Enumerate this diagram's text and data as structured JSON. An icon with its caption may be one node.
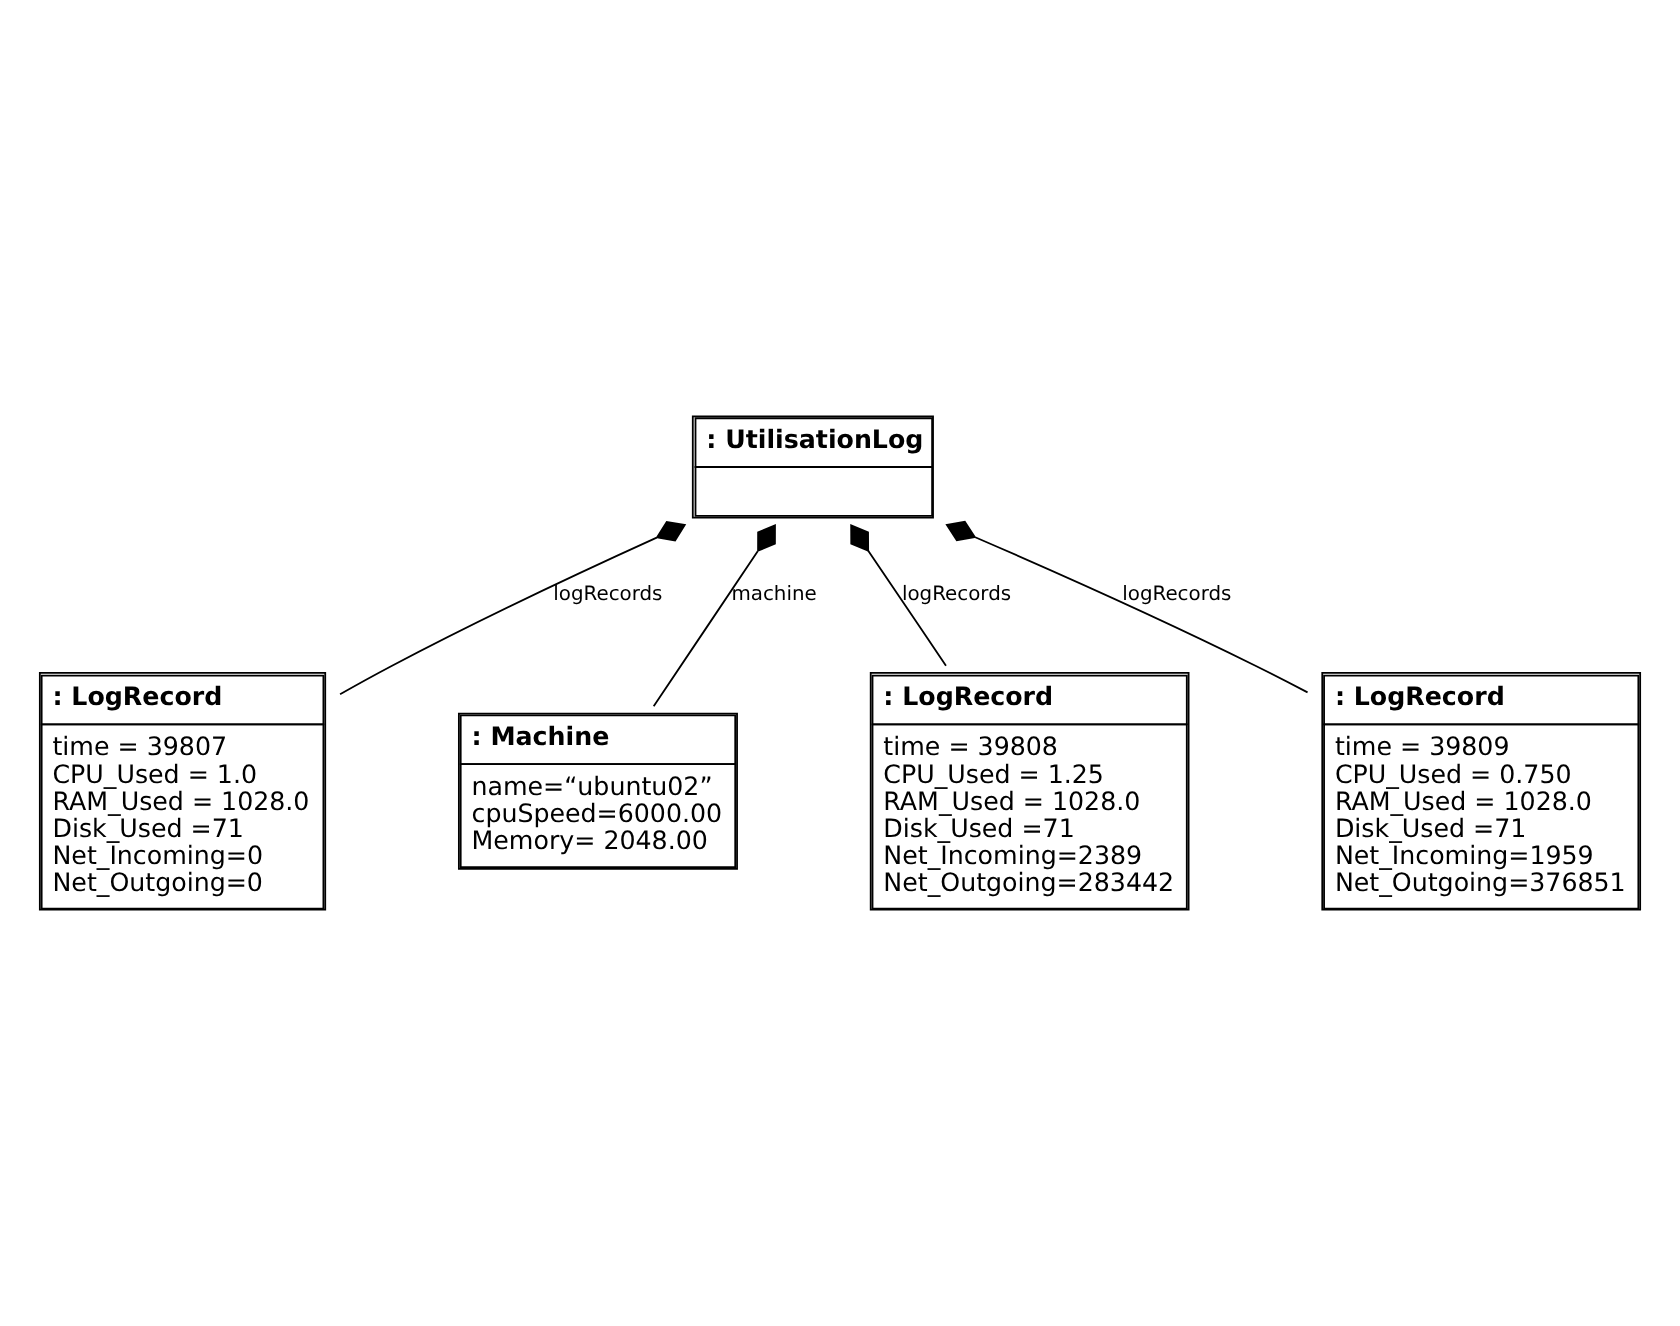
{
  "diagram": {
    "nodes": [
      {
        "text": [
          ": UtilisationLog"
        ]
      },
      {
        "text": [
          ": LogRecord",
          "time = 39807",
          "CPU_Used = 1.0",
          "RAM_Used = 1028.0",
          "Disk_Used =71",
          "Net_Incoming=0",
          "Net_Outgoing=0"
        ]
      },
      {
        "text": [
          ": Machine",
          "name=“ubuntu02”",
          "cpuSpeed=6000.00",
          "Memory= 2048.00"
        ]
      },
      {
        "text": [
          ": LogRecord",
          "time = 39808",
          "CPU_Used = 1.25",
          "RAM_Used = 1028.0",
          "Disk_Used =71",
          "Net_Incoming=2389",
          "Net_Outgoing=283442"
        ]
      },
      {
        "text": [
          ": LogRecord",
          "time = 39809",
          "CPU_Used = 0.750",
          "RAM_Used = 1028.0",
          "Disk_Used =71",
          "Net_Incoming=1959",
          "Net_Outgoing=376851"
        ]
      }
    ],
    "edges": [
      {
        "from": 0,
        "to": 1,
        "arrow": "other",
        "label": "logRecords"
      },
      {
        "from": 0,
        "to": 2,
        "arrow": "other",
        "label": "machine"
      },
      {
        "from": 0,
        "to": 4,
        "arrow": "other",
        "label": "logRecords"
      },
      {
        "from": 0,
        "to": 3,
        "arrow": "other",
        "label": "logRecords"
      }
    ]
  }
}
